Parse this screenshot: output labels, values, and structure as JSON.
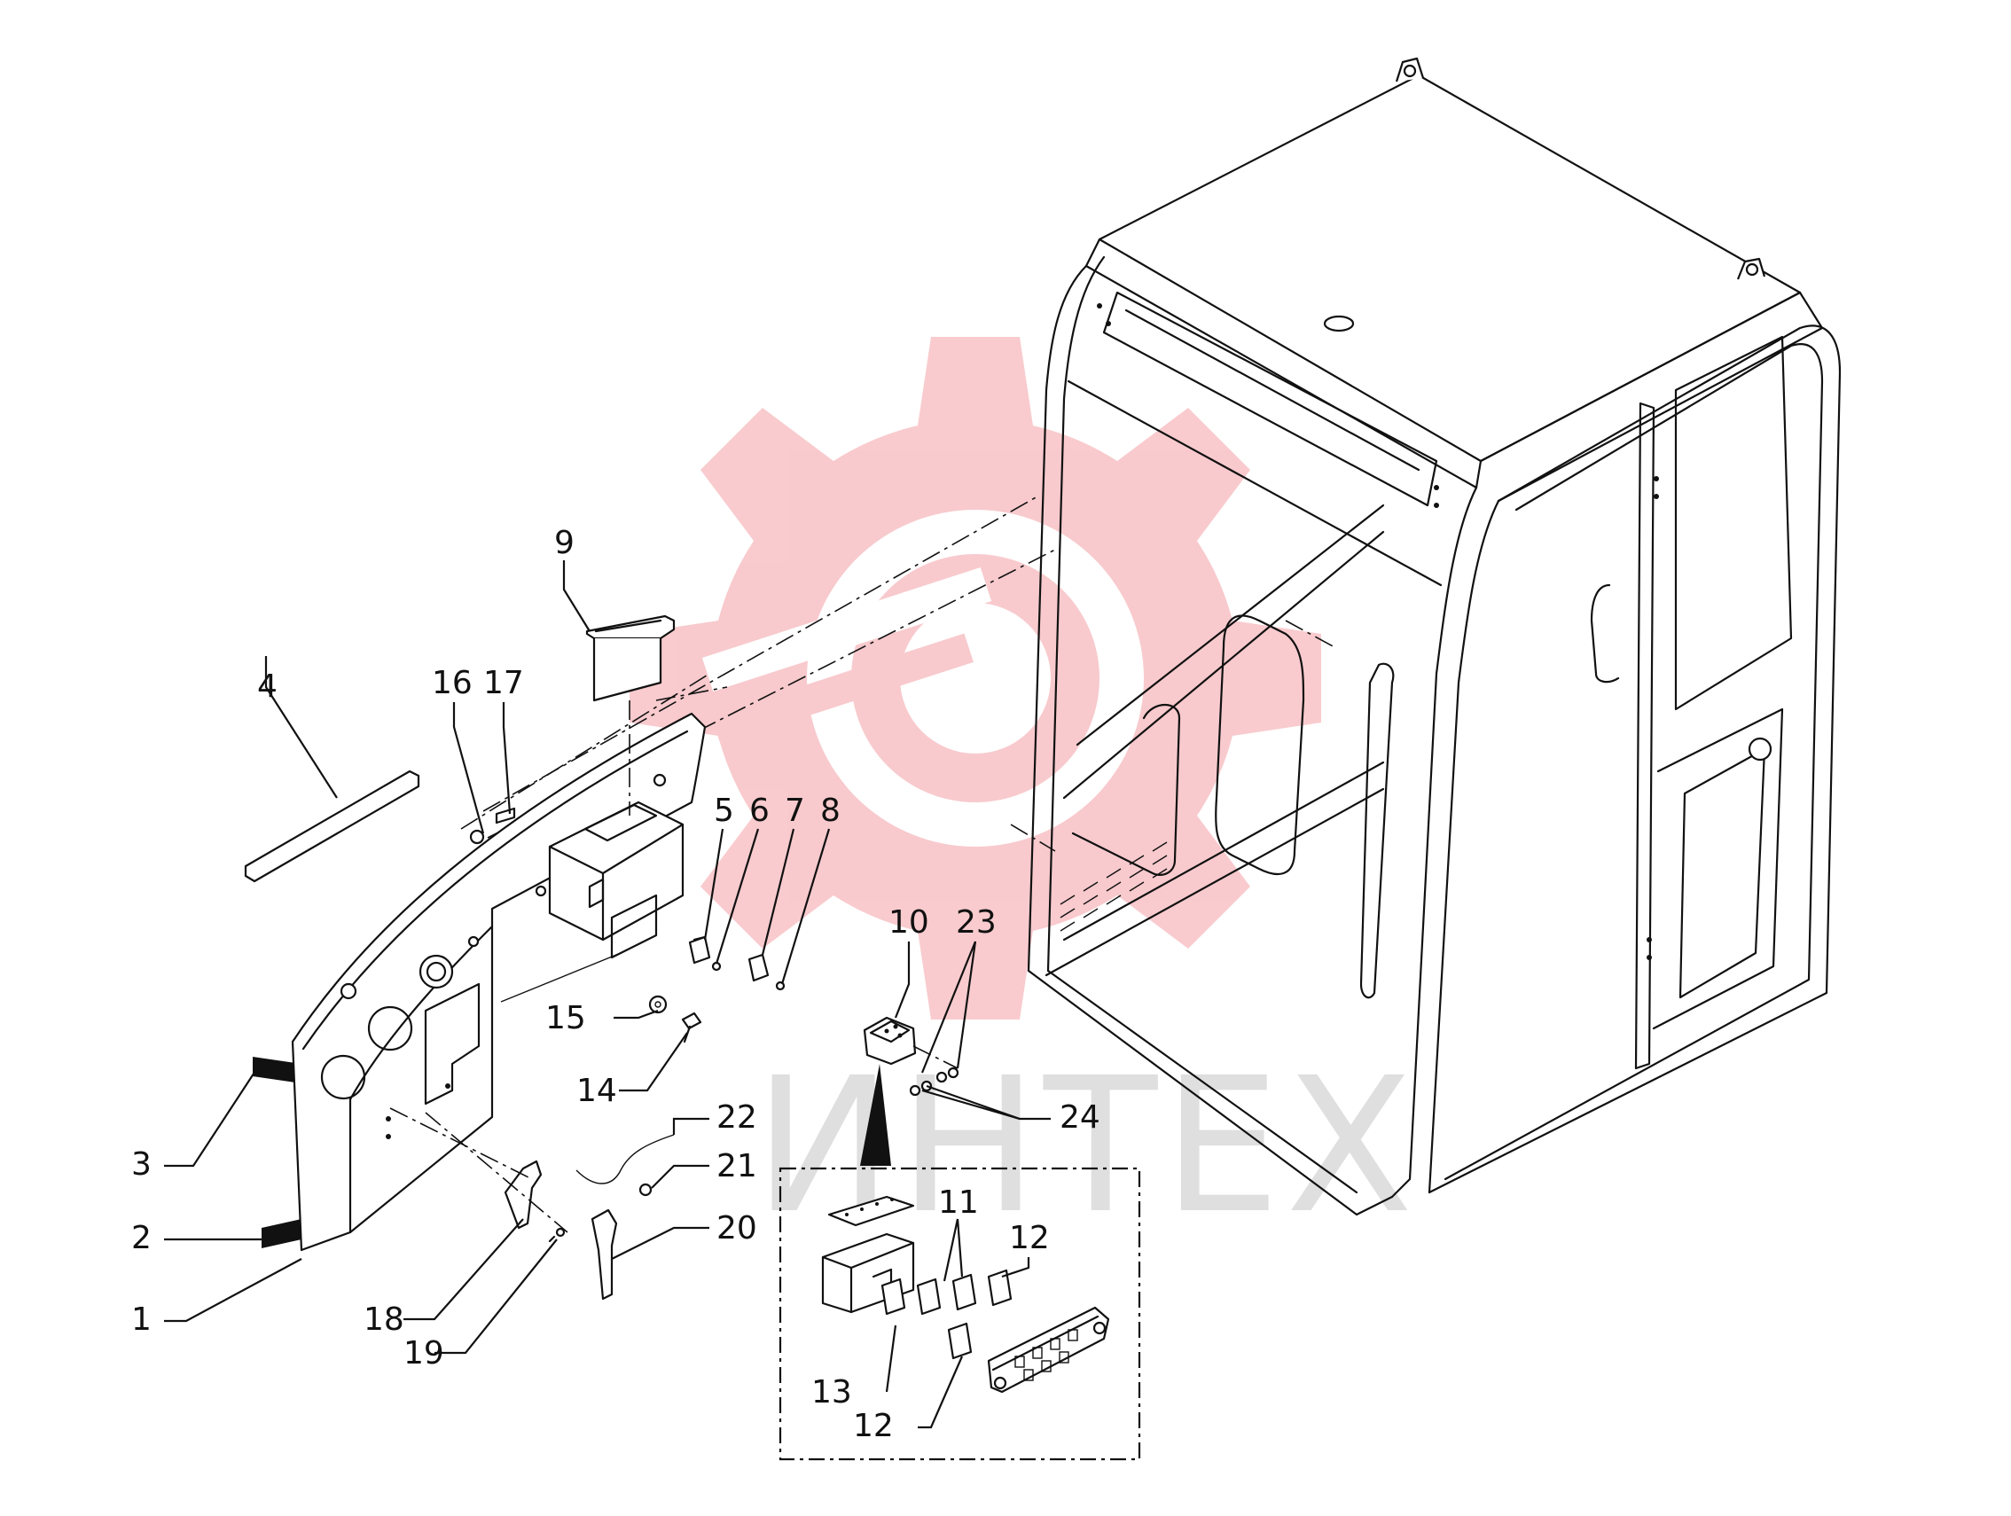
{
  "watermark": {
    "text": "ИНТЕХ",
    "logo_icon": "gear-logo-icon",
    "logo_color": "#f4a0a6"
  },
  "detail_box": {
    "style": "dash-dot border",
    "label_numbers": [
      "11",
      "12",
      "12",
      "13"
    ]
  },
  "part_labels": {
    "p1": "1",
    "p2": "2",
    "p3": "3",
    "p4": "4",
    "p5": "5",
    "p6": "6",
    "p7": "7",
    "p8": "8",
    "p9": "9",
    "p10": "10",
    "p11": "11",
    "p12a": "12",
    "p12b": "12",
    "p13": "13",
    "p14": "14",
    "p15": "15",
    "p16": "16",
    "p17": "17",
    "p18": "18",
    "p19": "19",
    "p20": "20",
    "p21": "21",
    "p22": "22",
    "p23": "23",
    "p24": "24"
  }
}
